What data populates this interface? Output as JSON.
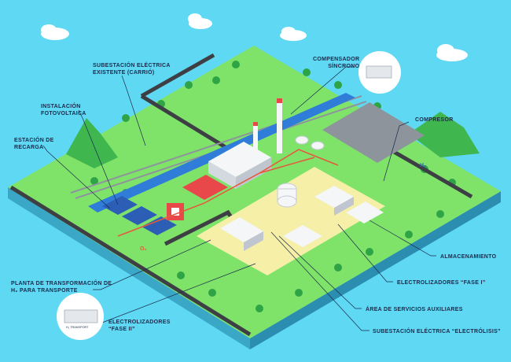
{
  "labels": {
    "subestacion_existente": [
      "SUBESTACIÓN ELÉCTRICA",
      "EXISTENTE (CARRIÓ)"
    ],
    "instalacion_fotovoltaica": [
      "INSTALACIÓN",
      "FOTOVOLTAICA"
    ],
    "estacion_recarga": [
      "ESTACIÓN DE",
      "RECARGA"
    ],
    "compensador_sincrono": [
      "COMPENSADOR",
      "SÍNCRONO"
    ],
    "compresor": [
      "COMPRESOR"
    ],
    "almacenamiento": [
      "ALMACENAMIENTO"
    ],
    "electrolizadores_fase_i": [
      "ELECTROLIZADORES “FASE I”"
    ],
    "area_servicios": [
      "ÁREA DE SERVICIOS AUXILIARES"
    ],
    "subestacion_electrolisis": [
      "SUBESTACIÓN ELÉCTRICA “ELECTRÓLISIS”"
    ],
    "planta_transformacion": [
      "PLANTA DE TRANSFORMACIÓN DE",
      "H₂ PARA TRANSPORTE"
    ],
    "electrolizadores_fase_ii": [
      "ELECTROLIZADORES",
      "“FASE II”"
    ]
  },
  "diagram_text": {
    "h2_tag": "H₂",
    "o2_tag": "O₂",
    "h2_truck_text": "H₂ TRANSPORT"
  },
  "colors": {
    "sky": "#5fd8f4",
    "grass": "#7fe36a",
    "slab_side_left": "#3aa7c7",
    "slab_side_right": "#2b8db0",
    "road": "#3d3f44",
    "rail": "#8e949c",
    "river": "#2f7dd8",
    "platform": "#f5efa8",
    "building_white": "#f4f6f8",
    "roof_red": "#e8484a",
    "panel_blue": "#2d5eb6",
    "label_text": "#1b2a4a",
    "h2_line": "#e6583c"
  }
}
